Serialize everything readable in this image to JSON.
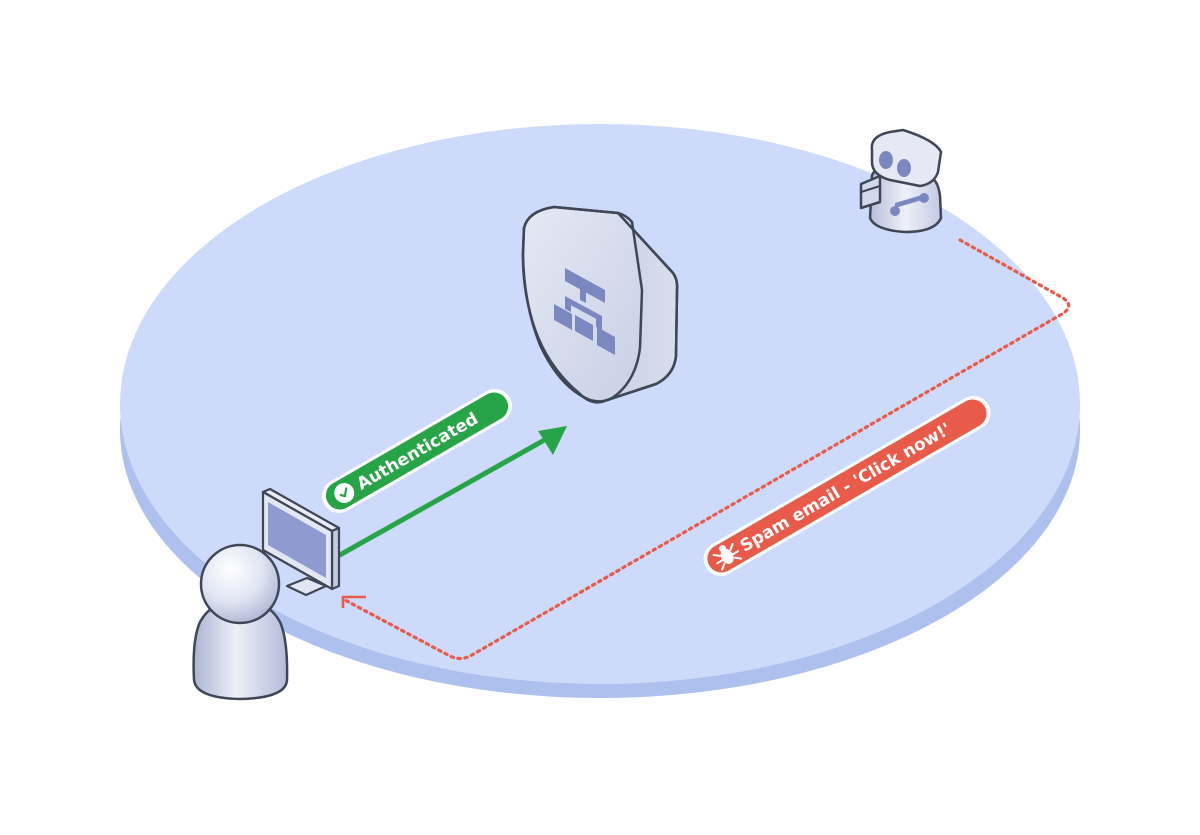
{
  "diagram": {
    "platform": {
      "top_color": "#cddafa",
      "side_color": "#aec1ee"
    },
    "nodes": {
      "user": {
        "icon": "user-icon"
      },
      "computer": {
        "icon": "computer-monitor-icon"
      },
      "gateway": {
        "icon": "network-hierarchy-icon",
        "shape": "shield-icon"
      },
      "attacker": {
        "icon": "robot-icon"
      }
    },
    "flows": {
      "authenticated": {
        "label": "Authenticated",
        "badge_icon": "check-circle-icon",
        "color": "#27a348"
      },
      "spam": {
        "label": "Spam email - 'Click now!'",
        "badge_icon": "bug-icon",
        "color": "#e85a4a",
        "style": "dotted"
      }
    }
  }
}
